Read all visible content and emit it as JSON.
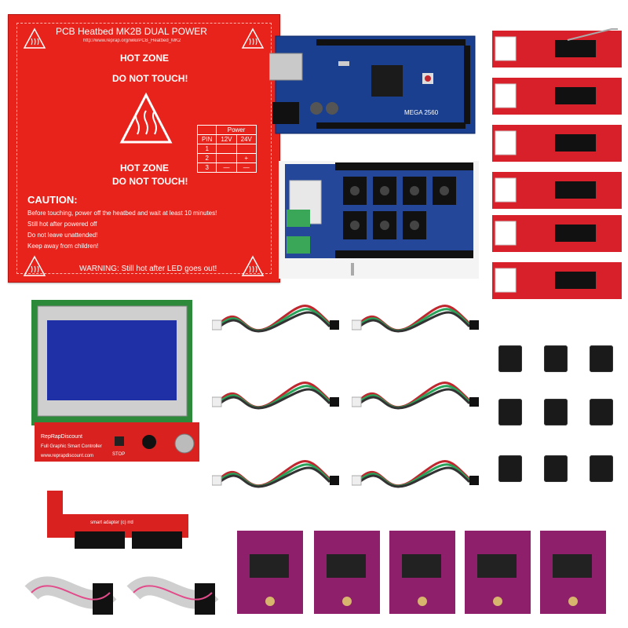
{
  "heatbed": {
    "title": "PCB Heatbed MK2B DUAL POWER",
    "url": "http://www.reprap.org/wiki/PCB_Heatbed_MK2",
    "hot_zone_1": "HOT ZONE",
    "do_not_touch_1": "DO NOT TOUCH!",
    "hot_zone_2": "HOT ZONE",
    "do_not_touch_2": "DO NOT TOUCH!",
    "caution": "CAUTION:",
    "caution_lines": [
      "Before touching, power off the heatbed and wait at least 10 minutes!",
      "Still hot after powered off",
      "Do not leave unattended!",
      "Keep away from children!"
    ],
    "warning": "WARNING: Still hot after LED goes out!",
    "power_table": {
      "header": "Power",
      "cols": [
        "PIN",
        "12V",
        "24V"
      ],
      "rows": [
        [
          "1",
          "",
          ""
        ],
        [
          "2",
          "",
          "+"
        ],
        [
          "3",
          "—",
          "—"
        ]
      ]
    }
  },
  "mega": {
    "label": "MEGA 2560"
  },
  "lcd": {
    "brand": "RepRapDiscount",
    "line": "Full Graphic Smart Controller",
    "site": "www.reprapdiscount.com",
    "button": "STOP"
  },
  "adapter": {
    "label": "smart adapter (c) rrd"
  },
  "colors": {
    "heatbed_red": "#e8231c",
    "mega_blue": "#1a3f8f",
    "ramps_blue": "#24479a",
    "endstop_red": "#d8202a",
    "lcd_green": "#2d8a3a",
    "lcd_screen": "#1f2fa5",
    "driver_purple": "#8e1f6a",
    "jumper_black": "#1a1a1a"
  },
  "icons": [
    "warning-hot-icon",
    "corner-heat-icon"
  ]
}
